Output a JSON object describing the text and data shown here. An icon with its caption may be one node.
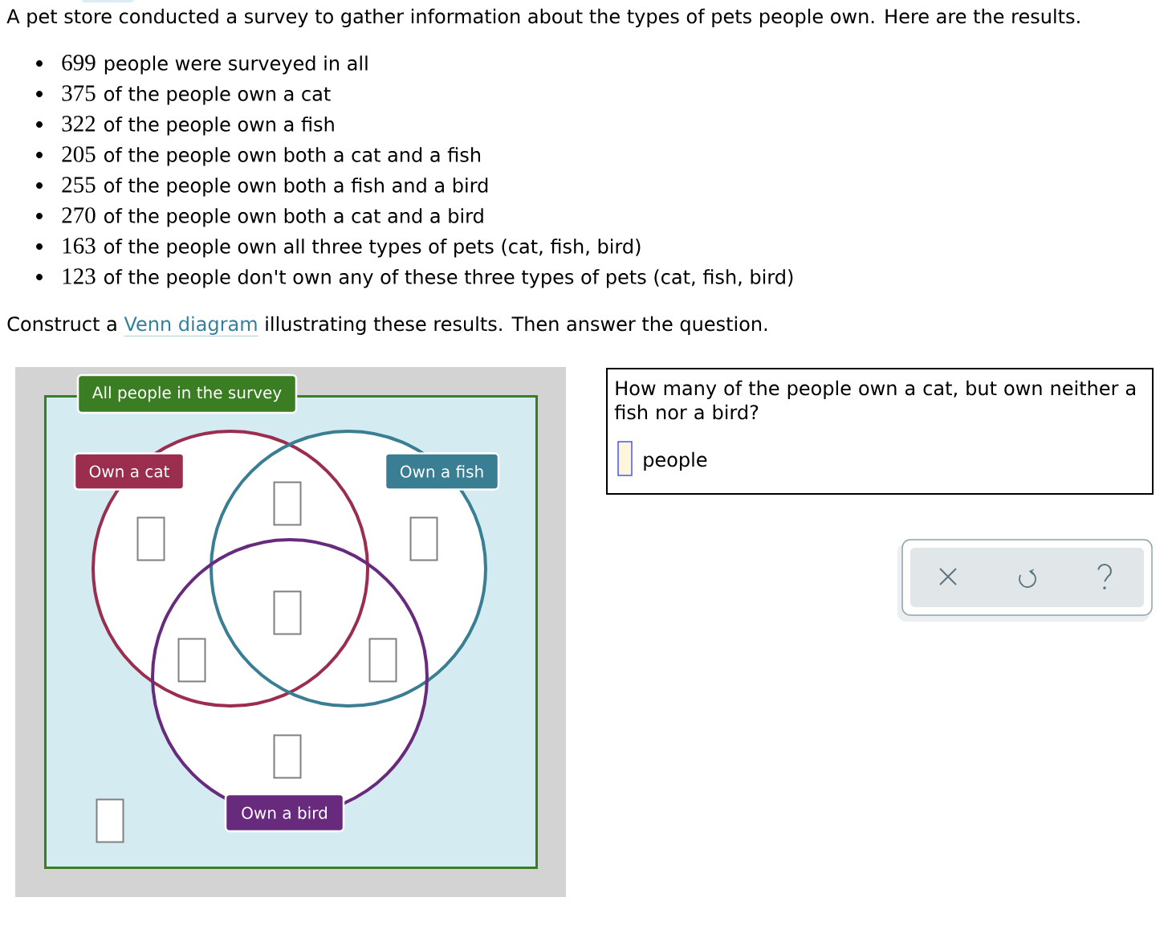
{
  "diagram": {
    "nodes": [
      {
        "text": [
          "All people in the survey"
        ]
      },
      {
        "text": [
          "Own a cat"
        ],
        "in": 0
      },
      {
        "text": [
          "Own a fish"
        ],
        "in": 0
      },
      {
        "text": [
          "Own a bird"
        ],
        "in": 0
      },
      {
        "text": [
          "How many of the people own a cat, but own neither a fish nor a bird?",
          "people"
        ]
      }
    ],
    "labels": [
      "A pet store conducted a survey to gather information about the types of pets people own. Here are the results.",
      "699",
      "people were surveyed in all",
      "375",
      "of the people own a cat",
      "322",
      "of the people own a fish",
      "205",
      "of the people own both a cat and a fish",
      "255",
      "of the people own both a fish and a bird",
      "270",
      "of the people own both a cat and a bird",
      "163",
      "of the people own all three types of pets (cat, fish, bird)",
      "123",
      "of the people don't own any of these three types of pets (cat, fish, bird)",
      "Construct a",
      "Venn diagram",
      "illustrating these results. Then answer the question."
    ]
  }
}
